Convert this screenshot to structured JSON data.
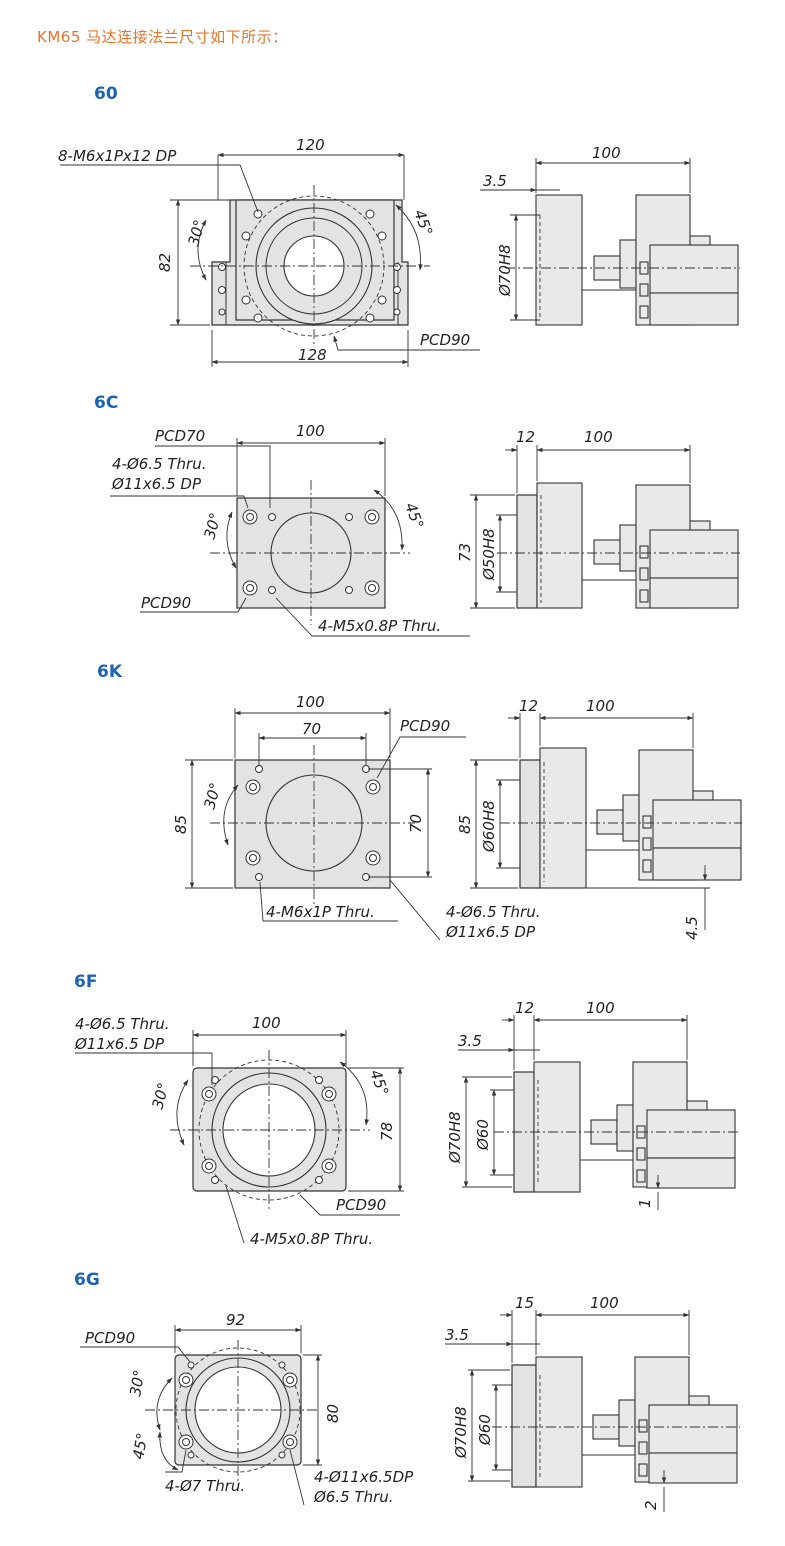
{
  "page_title": "KM65 马达连接法兰尺寸如下所示：",
  "sections": {
    "s60": {
      "label": "60",
      "front": {
        "w120": "120",
        "h82": "82",
        "w128": "128",
        "holes": "8-M6x1Px12 DP",
        "pcd": "PCD90",
        "a30": "30°",
        "a45": "45°"
      },
      "side": {
        "len100": "100",
        "off35": "3.5",
        "dia": "Ø70H8"
      }
    },
    "s6c": {
      "label": "6C",
      "front": {
        "w100": "100",
        "pcd70": "PCD70",
        "hole1": "4-Ø6.5 Thru.",
        "hole2": "Ø11x6.5 DP",
        "pcd90": "PCD90",
        "tap": "4-M5x0.8P Thru.",
        "a30": "30°",
        "a45": "45°"
      },
      "side": {
        "t12": "12",
        "len100": "100",
        "h73": "73",
        "dia": "Ø50H8"
      }
    },
    "s6k": {
      "label": "6K",
      "front": {
        "w100": "100",
        "w70": "70",
        "pcd90": "PCD90",
        "h85": "85",
        "h70": "70",
        "a30": "30°",
        "tap": "4-M6x1P Thru.",
        "hole1": "4-Ø6.5 Thru.",
        "hole2": "Ø11x6.5 DP"
      },
      "side": {
        "t12": "12",
        "len100": "100",
        "h85": "85",
        "dia": "Ø60H8",
        "gap": "4.5"
      }
    },
    "s6f": {
      "label": "6F",
      "front": {
        "hole1": "4-Ø6.5 Thru.",
        "hole2": "Ø11x6.5 DP",
        "w100": "100",
        "a30": "30°",
        "a45": "45°",
        "h78": "78",
        "pcd90": "PCD90",
        "tap": "4-M5x0.8P Thru."
      },
      "side": {
        "t12": "12",
        "len100": "100",
        "off35": "3.5",
        "dia1": "Ø70H8",
        "dia2": "Ø60",
        "gap": "1"
      }
    },
    "s6g": {
      "label": "6G",
      "front": {
        "w92": "92",
        "pcd90": "PCD90",
        "a30": "30°",
        "a45": "45°",
        "h80": "80",
        "hole": "4-Ø7 Thru.",
        "cb1": "4-Ø11x6.5DP",
        "cb2": "Ø6.5 Thru."
      },
      "side": {
        "t15": "15",
        "len100": "100",
        "off35": "3.5",
        "dia1": "Ø70H8",
        "dia2": "Ø60",
        "gap": "2"
      }
    }
  }
}
